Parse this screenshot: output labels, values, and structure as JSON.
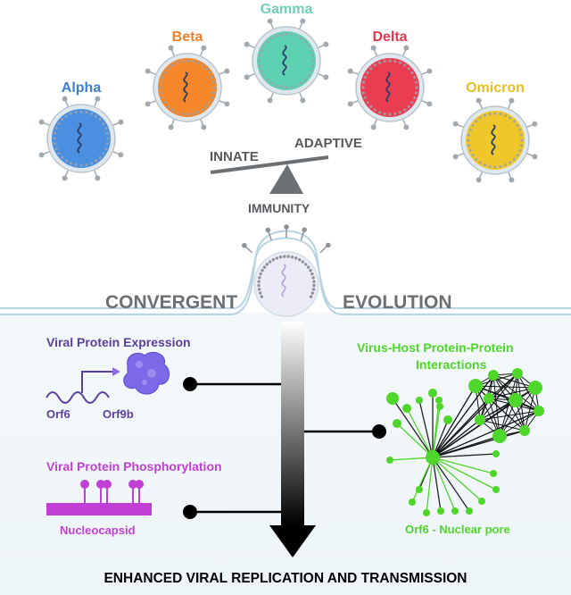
{
  "variants": [
    {
      "name": "Alpha",
      "color": "#3f7fd0",
      "fill": "#4a8fe0",
      "label_color": "#3a7fcf"
    },
    {
      "name": "Beta",
      "color": "#f28a2e",
      "fill": "#f5862a",
      "label_color": "#f07f26"
    },
    {
      "name": "Gamma",
      "color": "#6fcfb2",
      "fill": "#5ed1b3",
      "label_color": "#6fd0b5"
    },
    {
      "name": "Delta",
      "color": "#e4384f",
      "fill": "#ea3d52",
      "label_color": "#e33a50"
    },
    {
      "name": "Omicron",
      "color": "#e9c21e",
      "fill": "#efc72a",
      "label_color": "#e7c020"
    }
  ],
  "immunity": {
    "innate": "INNATE",
    "adaptive": "ADAPTIVE",
    "label": "IMMUNITY"
  },
  "evolution": {
    "left": "CONVERGENT",
    "right": "EVOLUTION"
  },
  "mechanisms": {
    "expression": {
      "title": "Viral Protein Expression",
      "gene1": "Orf6",
      "gene2": "Orf9b",
      "color": "#5a3fa0"
    },
    "phosphorylation": {
      "title": "Viral Protein Phosphorylation",
      "protein": "Nucleocapsid",
      "color": "#c23fd6"
    },
    "interactions": {
      "title_line1": "Virus-Host Protein-Protein",
      "title_line2": "Interactions",
      "caption": "Orf6 - Nuclear pore",
      "color": "#4fd62a"
    }
  },
  "outcome": "ENHANCED VIRAL REPLICATION AND TRANSMISSION"
}
